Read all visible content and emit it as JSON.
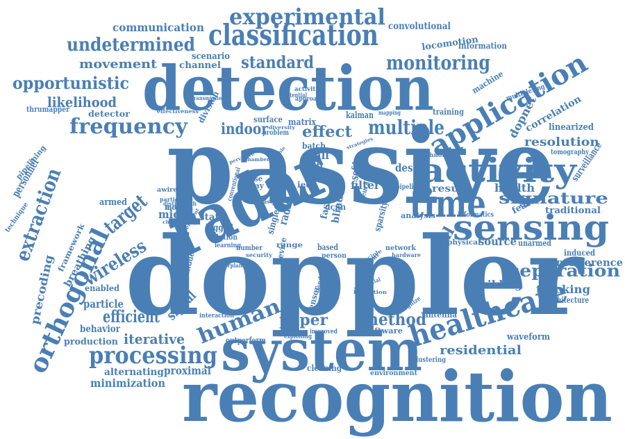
{
  "color": "#4a7fb5",
  "words": [
    {
      "text": "passive"
    },
    {
      "text": "doppler"
    },
    {
      "text": "recognition"
    },
    {
      "text": "detection"
    },
    {
      "text": "radar"
    },
    {
      "text": "system"
    },
    {
      "text": "sensing"
    },
    {
      "text": "activity"
    },
    {
      "text": "application"
    },
    {
      "text": "healthcare"
    },
    {
      "text": "orthogonal"
    },
    {
      "text": "classification"
    },
    {
      "text": "experimental"
    },
    {
      "text": "time"
    },
    {
      "text": "processing"
    },
    {
      "text": "human"
    },
    {
      "text": "frequency"
    },
    {
      "text": "multiple"
    },
    {
      "text": "monitoring"
    },
    {
      "text": "target"
    },
    {
      "text": "wireless"
    },
    {
      "text": "extraction"
    },
    {
      "text": "undetermined"
    },
    {
      "text": "opportunistic"
    },
    {
      "text": "signature"
    },
    {
      "text": "separation"
    },
    {
      "text": "method"
    },
    {
      "text": "efficient"
    },
    {
      "text": "standard"
    },
    {
      "text": "movement"
    },
    {
      "text": "likelihood"
    },
    {
      "text": "communication"
    },
    {
      "text": "iterative"
    },
    {
      "text": "residential"
    },
    {
      "text": "minimization"
    },
    {
      "text": "resolution"
    },
    {
      "text": "effect"
    },
    {
      "text": "indoor"
    },
    {
      "text": "paper"
    },
    {
      "text": "real"
    },
    {
      "text": "signal"
    },
    {
      "text": "health"
    },
    {
      "text": "tracking"
    },
    {
      "text": "interference"
    },
    {
      "text": "building"
    },
    {
      "text": "correlation"
    },
    {
      "text": "dopnet"
    },
    {
      "text": "surveillance"
    },
    {
      "text": "breathing"
    },
    {
      "text": "precoding"
    },
    {
      "text": "personnel"
    },
    {
      "text": "particle"
    },
    {
      "text": "proximal"
    },
    {
      "text": "alternating"
    },
    {
      "text": "production"
    },
    {
      "text": "behavior"
    },
    {
      "text": "convolutional"
    },
    {
      "text": "locomotion"
    },
    {
      "text": "information"
    },
    {
      "text": "scenario"
    },
    {
      "text": "channel"
    },
    {
      "text": "division"
    },
    {
      "text": "detector"
    },
    {
      "text": "thrumapper"
    },
    {
      "text": "pipelining"
    },
    {
      "text": "technique"
    },
    {
      "text": "framework"
    },
    {
      "text": "armed"
    },
    {
      "text": "micro"
    },
    {
      "text": "static"
    },
    {
      "text": "legged"
    },
    {
      "text": "solution"
    },
    {
      "text": "enabled"
    },
    {
      "text": "hidden"
    },
    {
      "text": "model"
    },
    {
      "text": "wall"
    },
    {
      "text": "shift"
    },
    {
      "text": "filter"
    },
    {
      "text": "sefdm"
    },
    {
      "text": "design"
    },
    {
      "text": "result"
    },
    {
      "text": "feature"
    },
    {
      "text": "traditional"
    },
    {
      "text": "linearized"
    },
    {
      "text": "tomography"
    },
    {
      "text": "machine"
    },
    {
      "text": "multiplexing"
    },
    {
      "text": "training"
    },
    {
      "text": "matrix"
    },
    {
      "text": "kalman"
    },
    {
      "text": "surface"
    },
    {
      "text": "source"
    },
    {
      "text": "unarmed"
    },
    {
      "text": "induced"
    },
    {
      "text": "architecture"
    },
    {
      "text": "waveform"
    },
    {
      "text": "antenna"
    },
    {
      "text": "software"
    },
    {
      "text": "cleaning"
    },
    {
      "text": "environment"
    },
    {
      "text": "clustering"
    },
    {
      "text": "outperform"
    },
    {
      "text": "sensor"
    },
    {
      "text": "scheme"
    },
    {
      "text": "device"
    },
    {
      "text": "based"
    },
    {
      "text": "dcnn"
    },
    {
      "text": "ieee"
    },
    {
      "text": "batch"
    },
    {
      "text": "blind"
    },
    {
      "text": "data"
    },
    {
      "text": "single"
    },
    {
      "text": "phase"
    },
    {
      "text": "array"
    },
    {
      "text": "network"
    },
    {
      "text": "analysis"
    },
    {
      "text": "sparsity"
    },
    {
      "text": "informatics"
    },
    {
      "text": "physical"
    },
    {
      "text": "pipelined"
    },
    {
      "text": "technology"
    },
    {
      "text": "mapping"
    },
    {
      "text": "recognize"
    },
    {
      "text": "exploiting"
    },
    {
      "text": "improved"
    },
    {
      "text": "interaction"
    },
    {
      "text": "bandwidth"
    },
    {
      "text": "awireless"
    },
    {
      "text": "particular"
    },
    {
      "text": "distinguish"
    },
    {
      "text": "location"
    },
    {
      "text": "transmission"
    },
    {
      "text": "potential"
    },
    {
      "text": "activities"
    },
    {
      "text": "approach"
    },
    {
      "text": "effectiveness"
    },
    {
      "text": "problem"
    },
    {
      "text": "person"
    },
    {
      "text": "number"
    },
    {
      "text": "range"
    },
    {
      "text": "learning"
    },
    {
      "text": "conventional"
    },
    {
      "text": "radio"
    },
    {
      "text": "fast"
    },
    {
      "text": "neural"
    },
    {
      "text": "increase"
    },
    {
      "text": "security"
    },
    {
      "text": "hardware"
    },
    {
      "text": "principle"
    },
    {
      "text": "sequential"
    },
    {
      "text": "floorplans"
    },
    {
      "text": "experiment"
    },
    {
      "text": "challenging"
    },
    {
      "text": "different"
    },
    {
      "text": "strategies"
    },
    {
      "text": "diversity"
    },
    {
      "text": "chamber"
    },
    {
      "text": "pervasive"
    },
    {
      "text": "capable"
    },
    {
      "text": "limitation"
    }
  ]
}
